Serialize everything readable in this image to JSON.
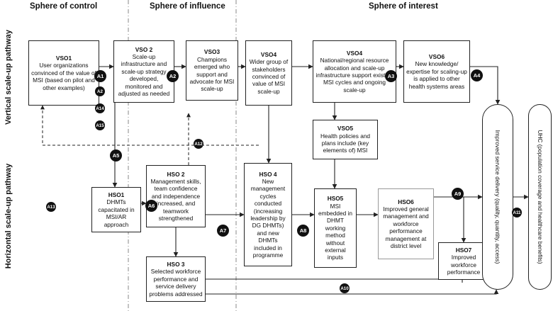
{
  "headers": {
    "control": "Sphere of control",
    "influence": "Sphere of influence",
    "interest": "Sphere of interest"
  },
  "pathways": {
    "vertical": "Vertical scale-up pathway",
    "horizontal": "Horizontal scale-up pathway"
  },
  "nodes": {
    "vso1": {
      "title": "VSO1",
      "text": "User organizations convinced of the value of MSI (based on pilot and other examples)"
    },
    "vso2": {
      "title": "VSO 2",
      "text": "Scale-up infrastructure and scale-up strategy developed, monitored and adjusted as needed"
    },
    "vso3": {
      "title": "VSO3",
      "text": "Champions emerged who support and advocate for MSI scale-up"
    },
    "vso4a": {
      "title": "VSO4",
      "text": "Wider group of stakeholders convinced of value of MSI scale-up"
    },
    "vso4b": {
      "title": "VSO4",
      "text": "National/regional resource allocation and scale-up infrastructure support existing MSI cycles and ongoing scale-up"
    },
    "vso5": {
      "title": "VSO5",
      "text": "Health policies and plans include (key elements of) MSI"
    },
    "vso6": {
      "title": "VSO6",
      "text": "New knowledge/ expertise for scaling-up is applied to other health systems areas"
    },
    "hso1": {
      "title": "HSO1",
      "text": "DHMTs capacitated in MSI/AR approach"
    },
    "hso2": {
      "title": "HSO 2",
      "text": "Management skills, team confidence and independence increased, and teamwork strengthened"
    },
    "hso3": {
      "title": "HSO 3",
      "text": "Selected workforce performance and service delivery problems addressed"
    },
    "hso4": {
      "title": "HSO 4",
      "text": "New management cycles conducted (increasing leadership by DG DHMTs) and new DHMTs included in programme"
    },
    "hso5": {
      "title": "HSO5",
      "text": "MSI embedded in DHMT working method without external inputs"
    },
    "hso6": {
      "title": "HSO6",
      "text": "Improved general management and workforce performance management at district level"
    },
    "hso7": {
      "title": "HSO7",
      "text": "Improved workforce performance"
    }
  },
  "outcomes": {
    "service": "Improved service delivery (quality, quantity, access)",
    "uhc": "UHC (population coverage and healthcare benefits)"
  },
  "assumptions": [
    "A1",
    "A2",
    "A14",
    "A15",
    "A2",
    "A3",
    "A4",
    "A5",
    "A12",
    "A13",
    "A6",
    "A7",
    "A8",
    "A9",
    "A11",
    "A10"
  ]
}
